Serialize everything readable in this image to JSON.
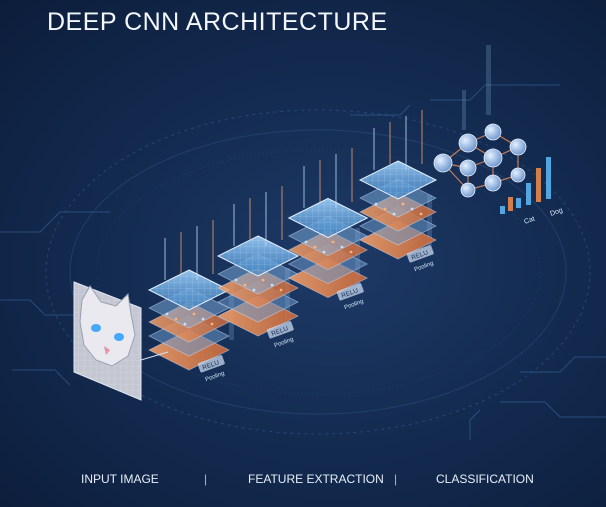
{
  "title": "DEEP CNN ARCHITECTURE",
  "input": {
    "name": "input-image"
  },
  "stages": [
    {
      "layer_labels": [
        "RELU",
        "Pooling"
      ]
    },
    {
      "layer_labels": [
        "RELU",
        "Pooling"
      ]
    },
    {
      "layer_labels": [
        "RELU",
        "Pooling"
      ]
    },
    {
      "layer_labels": [
        "RELU",
        "Pooling"
      ]
    }
  ],
  "output": {
    "class_labels": [
      "Cat",
      "Dog"
    ]
  },
  "footer": {
    "labels": [
      "INPUT IMAGE",
      "FEATURE EXTRACTION",
      "CLASSIFICATION"
    ],
    "separator": "|"
  },
  "colors": {
    "background": "#142c52",
    "grid_plane": "#6fb3ea",
    "activation": "#e6905a",
    "node": "#8fb7ea",
    "bar_blue": "#5ab4f0",
    "bar_orange": "#e8874a"
  }
}
